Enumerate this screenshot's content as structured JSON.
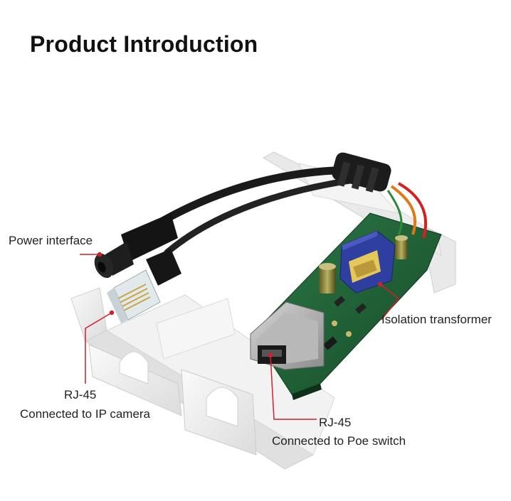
{
  "title": "Product Introduction",
  "labels": {
    "power_interface": "Power interface",
    "isolation_transformer": "Isolation transformer",
    "rj45_camera": "RJ-45",
    "camera_desc": "Connected to IP camera",
    "rj45_poe": "RJ-45",
    "poe_desc": "Connected to Poe switch"
  },
  "colors": {
    "leader_line": "#d0202a",
    "pcb": "#1f5f36",
    "housing": "#eeeeee",
    "cable": "#1a1a1a",
    "transformer": "#2f3fa0"
  }
}
